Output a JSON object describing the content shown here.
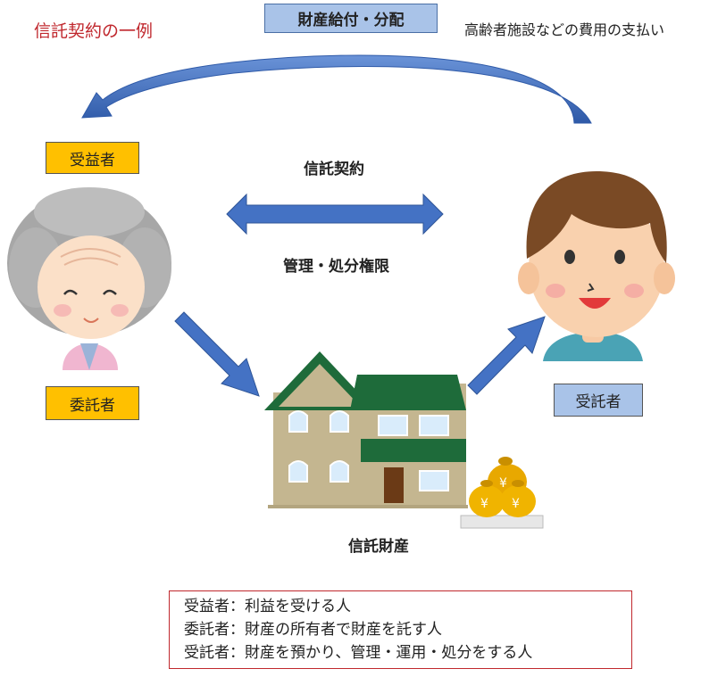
{
  "title": "信託契約の一例",
  "flow_label": "財産給付・分配",
  "flow_note": "高齢者施設などの費用の支払い",
  "roles": {
    "beneficiary": "受益者",
    "settlor": "委託者",
    "trustee": "受託者"
  },
  "contract": {
    "label": "信託契約",
    "authority": "管理・処分権限"
  },
  "property_label": "信託財産",
  "legend": [
    "受益者：利益を受ける人",
    "委託者：財産の所有者で財産を託す人",
    "受託者：財産を預かり、管理・運用・処分をする人"
  ],
  "colors": {
    "arrow": "#4472c4",
    "role_box_yellow": "#ffc000",
    "role_box_blue": "#a9c3e8",
    "title_red": "#c0272d",
    "roof_green": "#1e6b3a"
  },
  "icons": [
    "elderly-woman-icon",
    "young-man-icon",
    "house-icon",
    "money-bags-icon"
  ]
}
